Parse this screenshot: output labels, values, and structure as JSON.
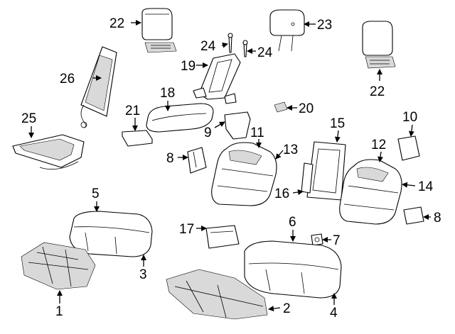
{
  "callouts": {
    "c1": "1",
    "c2": "2",
    "c3": "3",
    "c4": "4",
    "c5": "5",
    "c6": "6",
    "c7": "7",
    "c8a": "8",
    "c8b": "8",
    "c9": "9",
    "c10": "10",
    "c11": "11",
    "c12": "12",
    "c13": "13",
    "c14": "14",
    "c15": "15",
    "c16": "16",
    "c17": "17",
    "c18": "18",
    "c19": "19",
    "c20": "20",
    "c21": "21",
    "c22a": "22",
    "c22b": "22",
    "c23": "23",
    "c24a": "24",
    "c24b": "24",
    "c25": "25",
    "c26": "26"
  },
  "colors": {
    "line": "#000000",
    "fill": "#ffffff",
    "shade": "#d9d9d9"
  }
}
